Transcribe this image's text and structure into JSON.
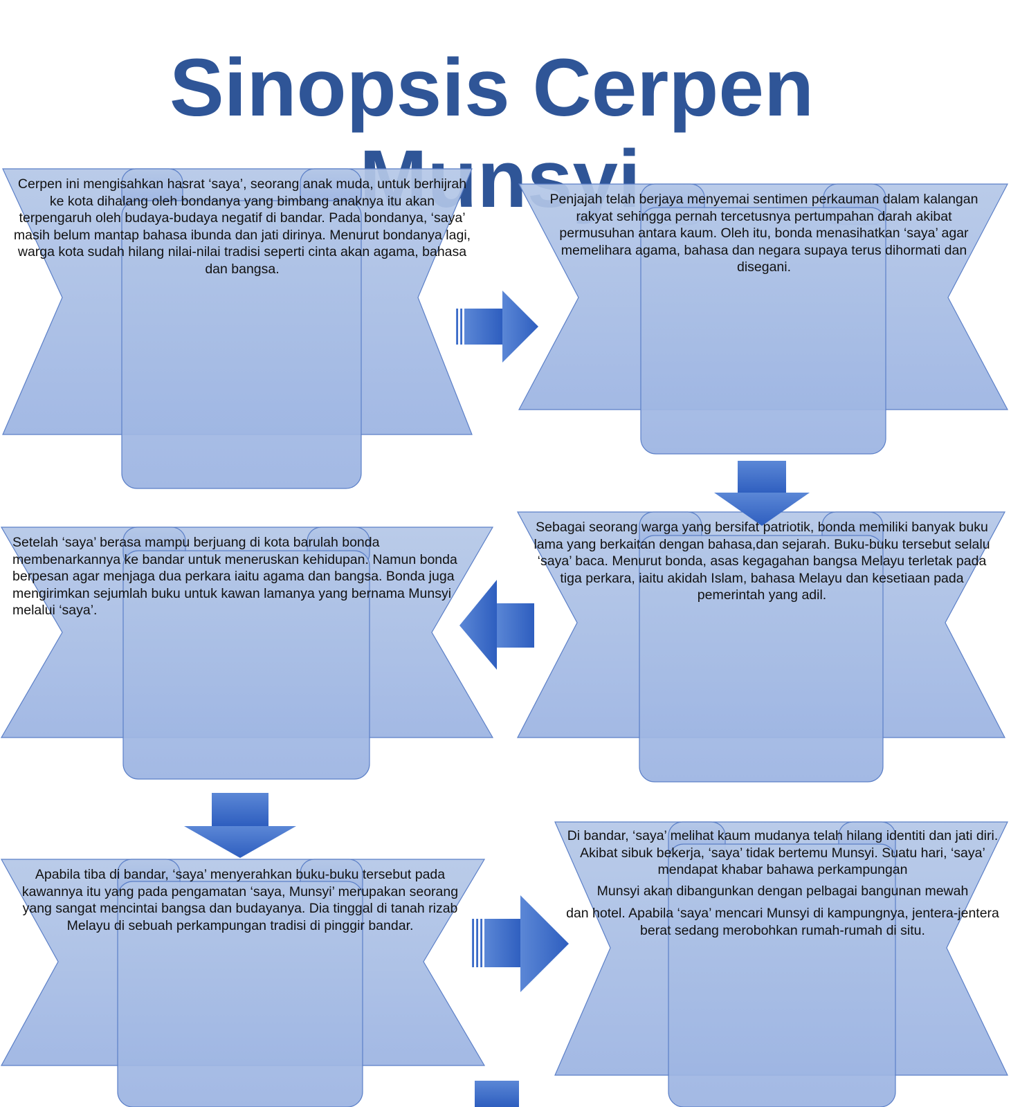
{
  "title": {
    "line1": "Sinopsis Cerpen",
    "line2": "Munsyi"
  },
  "colors": {
    "title": "#2f5597",
    "panel_fill_light": "#b4c7e7",
    "panel_fill_dark": "#9bb3e2",
    "panel_stroke": "#5b7fc7",
    "arrow_light": "#5b87d6",
    "arrow_dark": "#2e5ebf"
  },
  "panels": [
    {
      "id": "p1",
      "text": "Cerpen ini mengisahkan hasrat ‘saya’, seorang anak muda, untuk berhijrah ke kota dihalang oleh bondanya yang bimbang anaknya itu akan terpengaruh oleh budaya-budaya negatif di bandar.  Pada bondanya, ‘saya’ masih belum mantap bahasa ibunda dan jati dirinya.  Menurut bondanya lagi, warga kota sudah hilang nilai-nilai tradisi seperti cinta akan agama, bahasa dan bangsa."
    },
    {
      "id": "p2",
      "text": "Penjajah telah berjaya menyemai sentimen perkauman dalam kalangan rakyat sehingga pernah tercetusnya pertumpahan darah akibat permusuhan antara kaum.  Oleh itu, bonda menasihatkan ‘saya’ agar memelihara agama, bahasa dan negara supaya terus dihormati dan disegani."
    },
    {
      "id": "p3",
      "text": "Sebagai seorang warga yang bersifat patriotik, bonda memiliki banyak buku lama yang berkaitan dengan bahasa,dan sejarah.  Buku-buku tersebut selalu ‘saya’ baca. Menurut bonda, asas kegagahan bangsa Melayu terletak pada tiga perkara, iaitu akidah Islam, bahasa Melayu dan kesetiaan pada pemerintah yang adil."
    },
    {
      "id": "p4",
      "text": "Setelah ‘saya’ berasa mampu berjuang di kota barulah bonda membenarkannya ke bandar untuk meneruskan kehidupan.  Namun bonda berpesan agar menjaga dua perkara iaitu agama dan bangsa. Bonda juga mengirimkan sejumlah buku untuk kawan lamanya yang bernama Munsyi melalui ‘saya’."
    },
    {
      "id": "p5",
      "text": "Apabila tiba di bandar, ‘saya’ menyerahkan buku-buku tersebut pada kawannya itu yang pada pengamatan ‘saya, Munsyi’ merupakan seorang yang sangat mencintai bangsa dan budayanya.  Dia tinggal di tanah rizab Melayu di sebuah perkampungan tradisi di pinggir bandar."
    },
    {
      "id": "p6",
      "lines": [
        "Di bandar, ‘saya’ melihat kaum mudanya telah hilang identiti dan jati diri.  Akibat sibuk bekerja, ‘saya’ tidak bertemu Munsyi.  Suatu hari, ‘saya’ mendapat khabar bahawa perkampungan",
        "Munsyi akan dibangunkan dengan pelbagai bangunan mewah",
        "dan hotel.  Apabila ‘saya’ mencari Munsyi di kampungnya, jentera-jentera berat sedang merobohkan rumah-rumah di situ."
      ]
    }
  ],
  "arrows": [
    {
      "from": "p1",
      "to": "p2",
      "direction": "right",
      "style": "striped"
    },
    {
      "from": "p2",
      "to": "p3",
      "direction": "down",
      "style": "plain"
    },
    {
      "from": "p3",
      "to": "p4",
      "direction": "left",
      "style": "plain"
    },
    {
      "from": "p4",
      "to": "p5",
      "direction": "down",
      "style": "plain"
    },
    {
      "from": "p5",
      "to": "p6",
      "direction": "right",
      "style": "striped"
    },
    {
      "from": "p6",
      "to": "",
      "direction": "down",
      "style": "plain"
    }
  ]
}
